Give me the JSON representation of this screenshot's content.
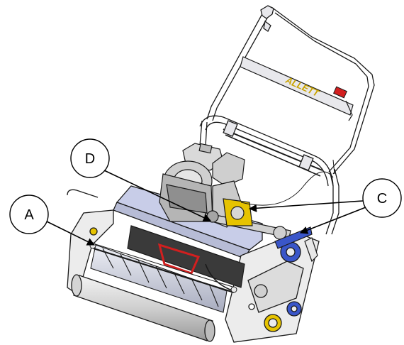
{
  "callouts": {
    "a": "A",
    "c": "C",
    "d": "D"
  },
  "brand": "ALLETT",
  "colors": {
    "line": "#1a1a1a",
    "frame": "#e8e8ec",
    "deck": "#c8cde8",
    "engine": "#d9d9d9",
    "drum": "#3a3a3a",
    "accent_red": "#d21f1f",
    "accent_yellow": "#e6c300",
    "accent_blue": "#3a56c9"
  }
}
